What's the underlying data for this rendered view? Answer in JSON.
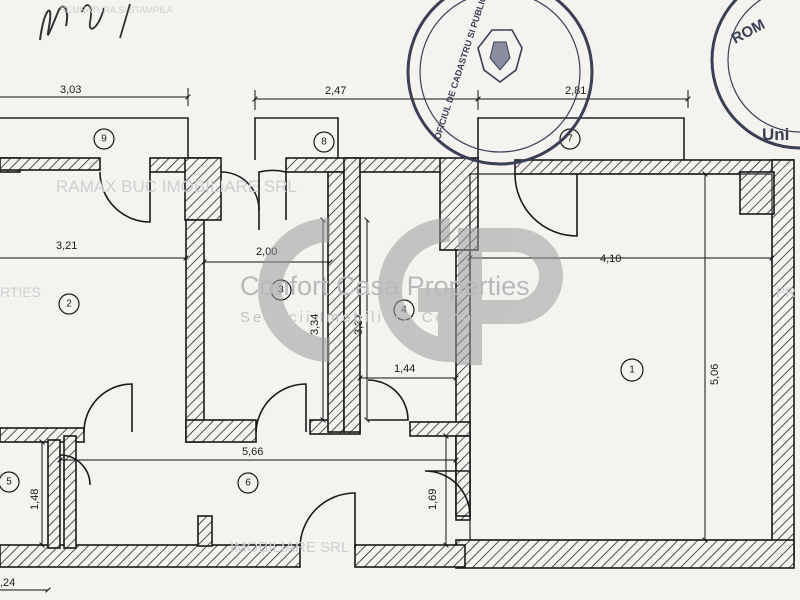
{
  "dimensions": {
    "d303": "3,03",
    "d247": "2,47",
    "d281": "2,81",
    "d321": "3,21",
    "d200": "2,00",
    "d410": "4,10",
    "d506": "5,06",
    "d334": "3,34",
    "d337": "3,37",
    "d144": "1,44",
    "d566": "5,66",
    "d148": "1,48",
    "d169": "1,69",
    "d024": ",24"
  },
  "rooms": {
    "r1": "1",
    "r2": "2",
    "r3": "3",
    "r4": "4",
    "r5": "5",
    "r6": "6",
    "r7": "7",
    "r8": "8",
    "r9": "9"
  },
  "watermark": {
    "title": "Confort Casa Properties",
    "subtitle": "Servicii Imobiliare Complete",
    "left_fragment": "RTIES",
    "right_fragment": "PR"
  },
  "faint_text": {
    "top": "RAMAX BUC IMOBILIARE SRL",
    "bottom": "IMOBILIARE SRL"
  },
  "header": {
    "line": "SEMNATURA SI STAMPILA"
  },
  "stamps": {
    "left_text": "OFICIUL DE CADASTRU SI PUBLICITATE IMOBILIARA",
    "right_top": "ROM",
    "right_bottom": "Uni"
  }
}
